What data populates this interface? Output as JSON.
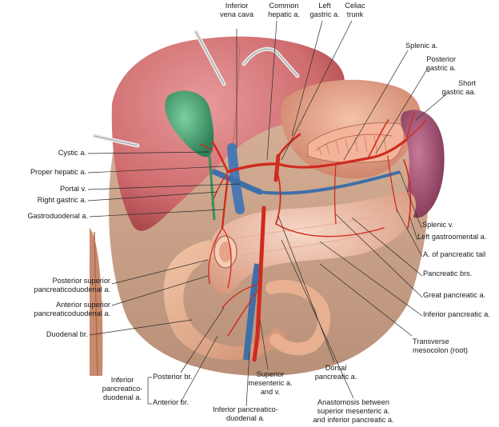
{
  "labels": {
    "inferior_vena_cava": "Inferior\nvena cava",
    "common_hepatic": "Common\nhepatic a.",
    "left_gastric": "Left\ngastric a.",
    "celiac_trunk": "Celiac\ntrunk",
    "splenic_a": "Splenic a.",
    "posterior_gastric": "Posterior\ngastric a.",
    "short_gastric": "Short\ngastric aa.",
    "cystic": "Cystic a.",
    "proper_hepatic": "Proper hepatic a.",
    "portal_v": "Portal v.",
    "right_gastric": "Right gastric a.",
    "gastroduodenal": "Gastroduodenal a.",
    "post_sup_pd": "Posterior superior\npancreaticoduodenal a.",
    "ant_sup_pd": "Anterior superior\npancreaticoduodenal a.",
    "duodenal_br": "Duodenal br.",
    "splenic_v": "Splenic v.",
    "left_gastroomental": "Left gastroomental a.",
    "pancreatic_tail": "A. of pancreatic tail",
    "pancreatic_brs": "Pancreatic brs.",
    "great_pancreatic": "Great pancreatic a.",
    "inferior_pancreatic": "Inferior pancreatic a.",
    "transverse_mesocolon": "Transverse\nmesocolon (root)",
    "dorsal_pancreatic": "Dorsal\npancreatic a.",
    "sup_mesenteric": "Superior\nmesenteric a.\nand v.",
    "anastomosis": "Anastomosis between\nsuperior mesenteric a.\nand inferior pancreatic a.",
    "inf_pd_bracket": "Inferior\npancreatico-\nduodenal a.",
    "posterior_br": "Posterior br.",
    "anterior_br": "Anterior br.",
    "inf_pd_bottom": "Inferior pancreatico-\nduodenal a."
  },
  "colors": {
    "liver": "#d9787a",
    "gallbladder": "#3e9a6e",
    "pancreas": "#f0c2b0",
    "stomach": "#e8a58a",
    "spleen": "#a8506e",
    "artery": "#d02a1e",
    "vein": "#3f6fa8",
    "duodenum": "#e9b090"
  }
}
